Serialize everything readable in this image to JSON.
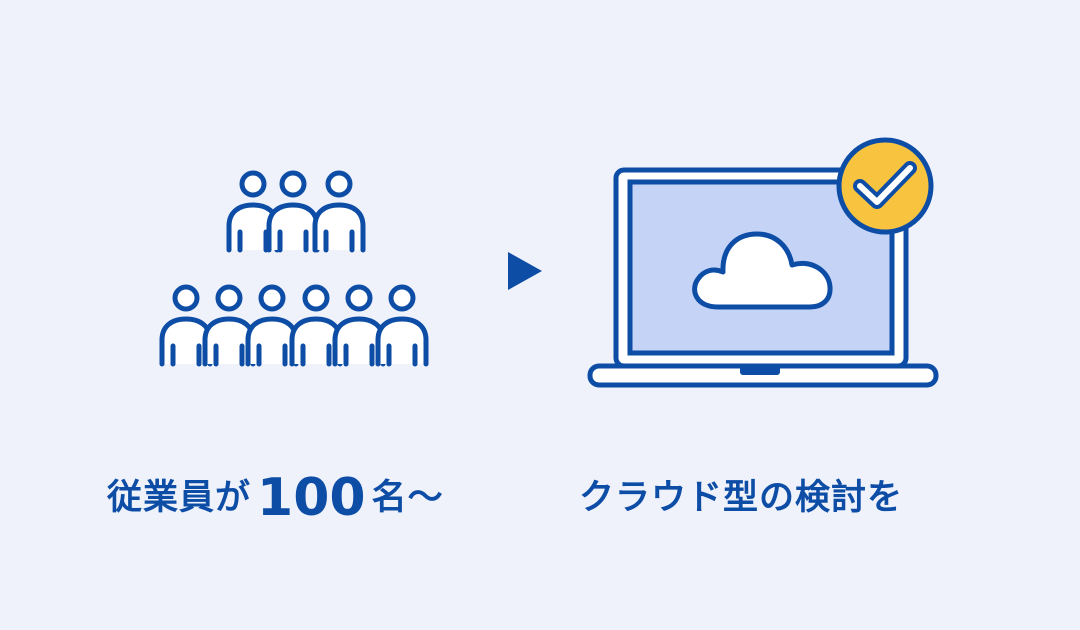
{
  "left_caption": {
    "prefix": "従業員が",
    "number": "100",
    "suffix": "名〜"
  },
  "right_caption": {
    "text": "クラウド型の検討を"
  },
  "icons": {
    "people": "people-group-icon",
    "arrow": "triangle-right-icon",
    "laptop": "laptop-icon",
    "cloud": "cloud-icon",
    "check": "check-badge-icon"
  },
  "colors": {
    "background": "#eff2fb",
    "primary": "#0d4da6",
    "screen": "#c5d3f7",
    "badge": "#f8c440"
  }
}
